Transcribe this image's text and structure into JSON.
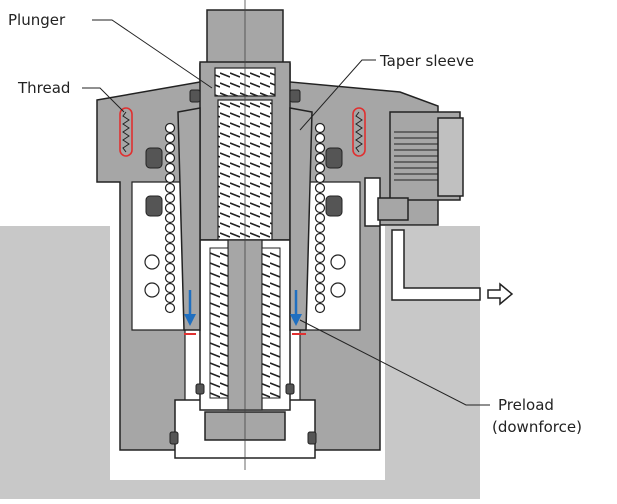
{
  "labels": {
    "plunger": "Plunger",
    "thread": "Thread",
    "taper_sleeve": "Taper sleeve",
    "preload_line1": "Preload",
    "preload_line2": "(downforce)"
  },
  "colors": {
    "base_fill": "#c8c8c8",
    "body_fill": "#a6a6a6",
    "body_dark": "#8c8c8c",
    "outline": "#222222",
    "white": "#ffffff",
    "force_arrow": "#1f6fc0",
    "thread_highlight": "#e03030"
  }
}
